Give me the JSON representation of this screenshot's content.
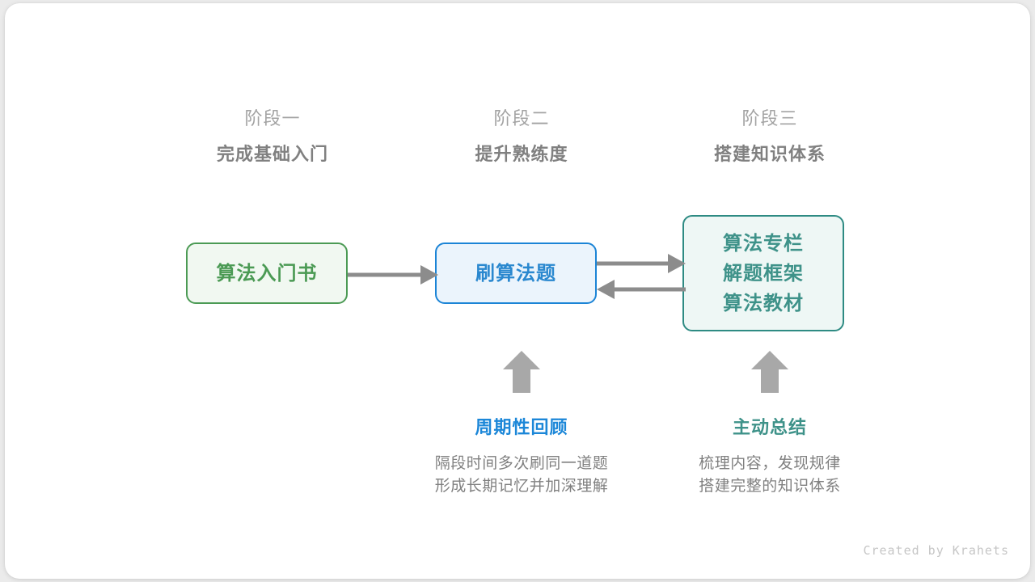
{
  "canvas": {
    "background": "#ebebeb",
    "card_background": "#ffffff"
  },
  "stages": [
    {
      "index_label": "阶段一",
      "title": "完成基础入门"
    },
    {
      "index_label": "阶段二",
      "title": "提升熟练度"
    },
    {
      "index_label": "阶段三",
      "title": "搭建知识体系"
    }
  ],
  "nodes": [
    {
      "id": "intro-book",
      "lines": [
        "算法入门书"
      ],
      "border_color": "#4b9a54",
      "fill_color": "#f1f8f1",
      "text_color": "#4b9a54"
    },
    {
      "id": "practice-problems",
      "lines": [
        "刷算法题"
      ],
      "border_color": "#1b84d6",
      "fill_color": "#ebf4fc",
      "text_color": "#2a88cf"
    },
    {
      "id": "knowledge-resources",
      "lines": [
        "算法专栏",
        "解题框架",
        "算法教材"
      ],
      "border_color": "#2e8b83",
      "fill_color": "#eef7f5",
      "text_color": "#3e9289"
    }
  ],
  "connectors": {
    "arrow_color": "#8c8c8c",
    "book_to_practice": "→",
    "practice_to_resources": "→",
    "resources_to_practice": "←"
  },
  "annotations": [
    {
      "id": "periodic-review",
      "title": "周期性回顾",
      "title_color": "#1c87d8",
      "desc_lines": [
        "隔段时间多次刷同一道题",
        "形成长期记忆并加深理解"
      ],
      "arrow_icon": "up-arrow-icon"
    },
    {
      "id": "active-summary",
      "title": "主动总结",
      "title_color": "#3e9289",
      "desc_lines": [
        "梳理内容，发现规律",
        "搭建完整的知识体系"
      ],
      "arrow_icon": "up-arrow-icon"
    }
  ],
  "credit": "Created by Krahets"
}
